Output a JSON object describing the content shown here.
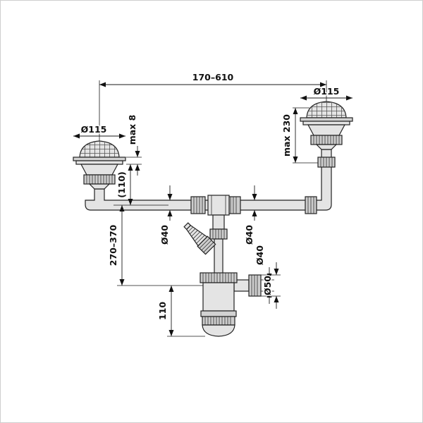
{
  "app": {
    "type": "technical-diagram",
    "subject": "double-bowl sink drain kit with bottle trap"
  },
  "colors": {
    "line": "#1a1a1a",
    "metal_fill": "#e4e4e4",
    "nut_fill": "#cdcdcd",
    "background": "#ffffff"
  },
  "diagram": {
    "labels": {
      "span_width": "170–610",
      "strainer_left": "Ø115",
      "strainer_right": "Ø115",
      "max_deck": "max 8",
      "max_tail": "max 230",
      "offset_110": "(110)",
      "pipe_d_left": "Ø40",
      "pipe_d_right": "Ø40",
      "range_270_370": "270–370",
      "outlet_d40": "Ø40",
      "outlet_d50": "Ø50",
      "bottom_110": "110"
    }
  }
}
